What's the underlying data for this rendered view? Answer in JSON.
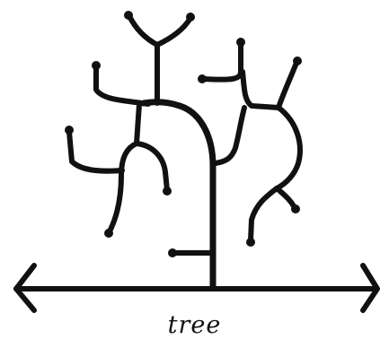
{
  "diagram": {
    "caption": "tree",
    "ink_color": "#111111",
    "background": "#ffffff",
    "elements": [
      {
        "name": "baseline-arrow",
        "kind": "double-headed horizontal arrow"
      },
      {
        "name": "trunk",
        "kind": "vertical line curving left at top"
      },
      {
        "name": "branches",
        "kind": "curved lines ending in dots"
      }
    ]
  }
}
